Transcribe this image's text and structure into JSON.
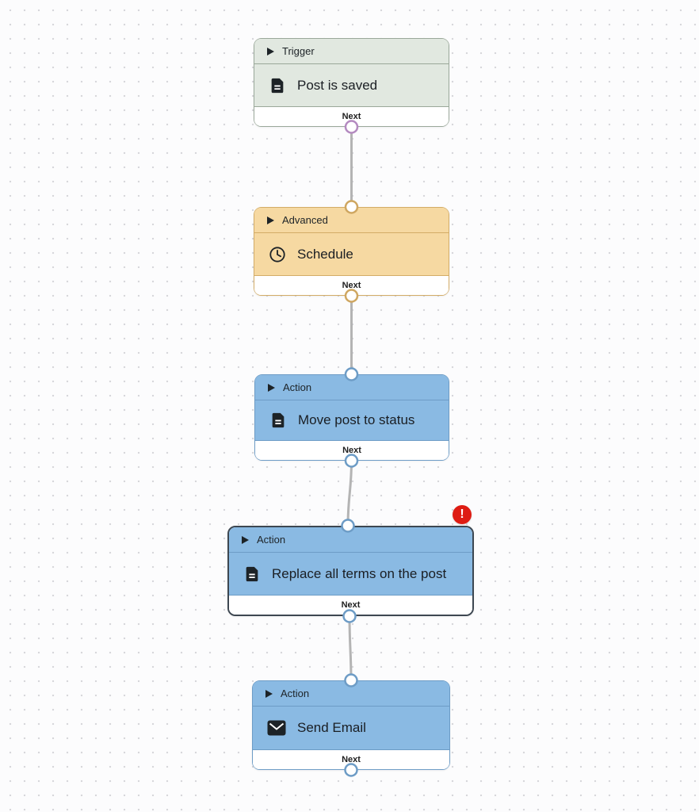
{
  "canvas": {
    "background": "#fcfcfd",
    "dot_color": "#d7d7db",
    "edge_color": "#b4b4b4"
  },
  "nodes": [
    {
      "category": "Trigger",
      "title": "Post is saved",
      "icon": "document-icon",
      "footer_label": "Next",
      "has_error": false,
      "colors": {
        "background": "#e1e8e0",
        "border": "#9aa89a",
        "separator": "#9aa89a",
        "handle": "#b48ac0"
      }
    },
    {
      "category": "Advanced",
      "title": "Schedule",
      "icon": "clock-icon",
      "footer_label": "Next",
      "has_error": false,
      "colors": {
        "background": "#f6d9a2",
        "border": "#d3ac67",
        "separator": "#d3ac67",
        "handle": "#cfa761"
      }
    },
    {
      "category": "Action",
      "title": "Move post to status",
      "icon": "document-icon",
      "footer_label": "Next",
      "has_error": false,
      "colors": {
        "background": "#8abae3",
        "border": "#6d9cc6",
        "separator": "#6d9cc6",
        "handle": "#6d9cc6"
      }
    },
    {
      "category": "Action",
      "title": "Replace all terms on the post",
      "icon": "document-icon",
      "footer_label": "Next",
      "has_error": true,
      "colors": {
        "background": "#8abae3",
        "border": "#3d4751",
        "separator": "#6d9cc6",
        "handle": "#6d9cc6"
      }
    },
    {
      "category": "Action",
      "title": "Send Email",
      "icon": "envelope-icon",
      "footer_label": "Next",
      "has_error": false,
      "colors": {
        "background": "#8abae3",
        "border": "#6d9cc6",
        "separator": "#6d9cc6",
        "handle": "#6d9cc6"
      }
    }
  ],
  "error_badge": {
    "symbol": "!",
    "background": "#de1c13",
    "color": "#ffffff"
  }
}
